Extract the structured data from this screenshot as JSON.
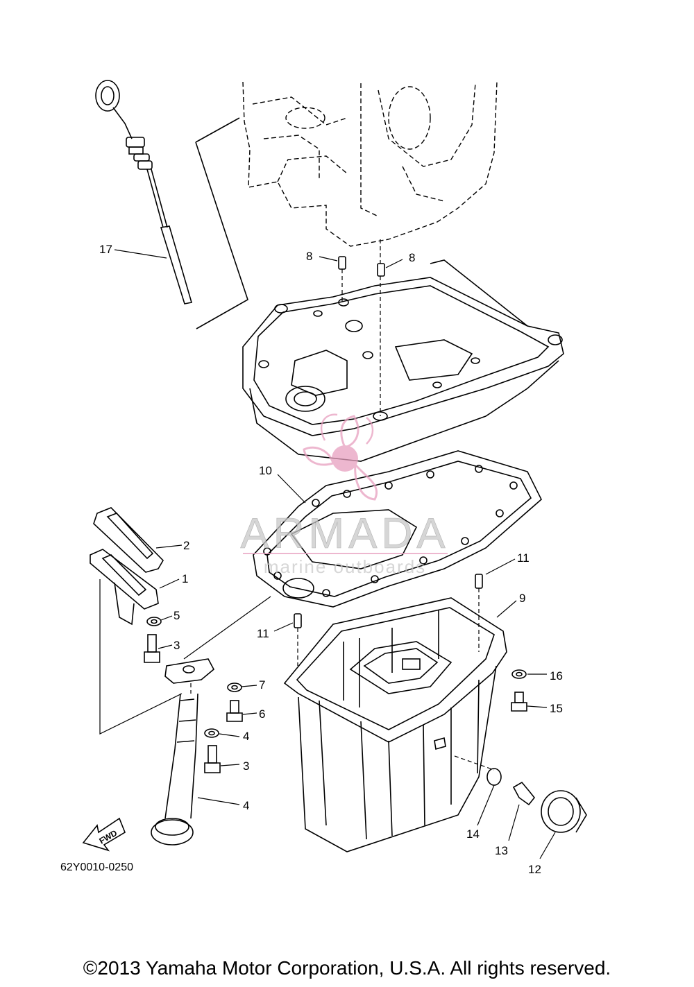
{
  "diagram": {
    "reference_code": "62Y0010-0250",
    "fwd_label": "FWD",
    "watermark": {
      "brand": "ARMADA",
      "tagline": "marine outboards",
      "color": "#e8a0bf"
    },
    "callouts": [
      "1",
      "2",
      "3",
      "3",
      "4",
      "4",
      "5",
      "6",
      "7",
      "8",
      "8",
      "9",
      "10",
      "11",
      "11",
      "12",
      "13",
      "14",
      "15",
      "16",
      "17"
    ]
  },
  "footer": {
    "copyright": "©2013 Yamaha Motor Corporation, U.S.A. All rights reserved."
  }
}
